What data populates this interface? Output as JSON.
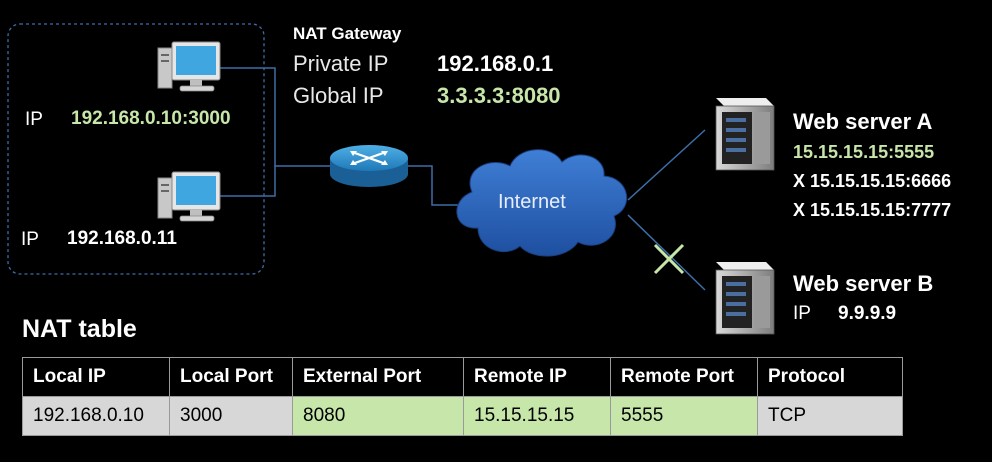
{
  "nat_gateway": {
    "title": "NAT Gateway",
    "private_ip_label": "Private IP",
    "private_ip_value": "192.168.0.1",
    "global_ip_label": "Global IP",
    "global_ip_value": "3.3.3.3:8080"
  },
  "hosts": [
    {
      "ip_label": "IP",
      "ip_value": "192.168.0.10:3000"
    },
    {
      "ip_label": "IP",
      "ip_value": "192.168.0.11"
    }
  ],
  "internet_label": "Internet",
  "server_a": {
    "title": "Web server A",
    "lines": [
      "15.15.15.15:5555",
      "X 15.15.15.15:6666",
      "X 15.15.15.15:7777"
    ]
  },
  "server_b": {
    "title": "Web server B",
    "ip_label": "IP",
    "ip_value": "9.9.9.9"
  },
  "nat_table": {
    "title": "NAT table",
    "headers": [
      "Local IP",
      "Local Port",
      "External Port",
      "Remote IP",
      "Remote Port",
      "Protocol"
    ],
    "row": [
      "192.168.0.10",
      "3000",
      "8080",
      "15.15.15.15",
      "5555",
      "TCP"
    ]
  },
  "colors": {
    "highlight_green": "#c7e6a9",
    "line_blue": "#3d6ea8",
    "blocked_x": "#c7e6a9"
  }
}
